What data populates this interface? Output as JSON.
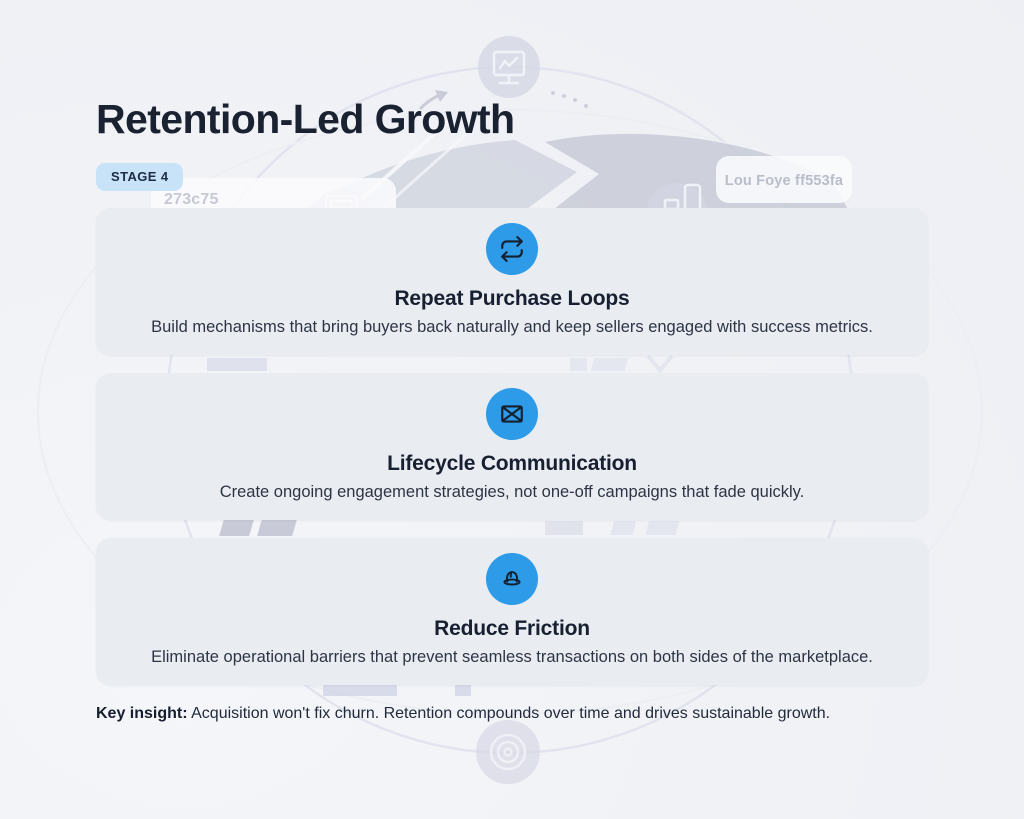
{
  "page": {
    "title": "Retention-Led Growth",
    "stage_badge": "STAGE 4"
  },
  "cards": [
    {
      "icon": "repeat-icon",
      "title": "Repeat Purchase Loops",
      "description": "Build mechanisms that bring buyers back naturally and keep sellers engaged with success metrics."
    },
    {
      "icon": "mail-icon",
      "title": "Lifecycle Communication",
      "description": "Create ongoing engagement strategies, not one-off campaigns that fade quickly."
    },
    {
      "icon": "pudding-icon",
      "title": "Reduce Friction",
      "description": "Eliminate operational barriers that prevent seamless transactions on both sides of the marketplace."
    }
  ],
  "key_insight": {
    "label": "Key insight:",
    "text": " Acquisition won't fix churn. Retention compounds over time and drives sustainable growth."
  },
  "background": {
    "ghost_text_left": "273c75",
    "ghost_text_right": "Lou Foye ff553fa"
  },
  "colors": {
    "accent_blue": "#2e9be8",
    "badge_bg": "#c8e2f8",
    "text_dark": "#171f31",
    "card_bg": "#e9edf2",
    "page_bg": "#f0f2f6",
    "ghost_gray": "#d3d5e3"
  }
}
